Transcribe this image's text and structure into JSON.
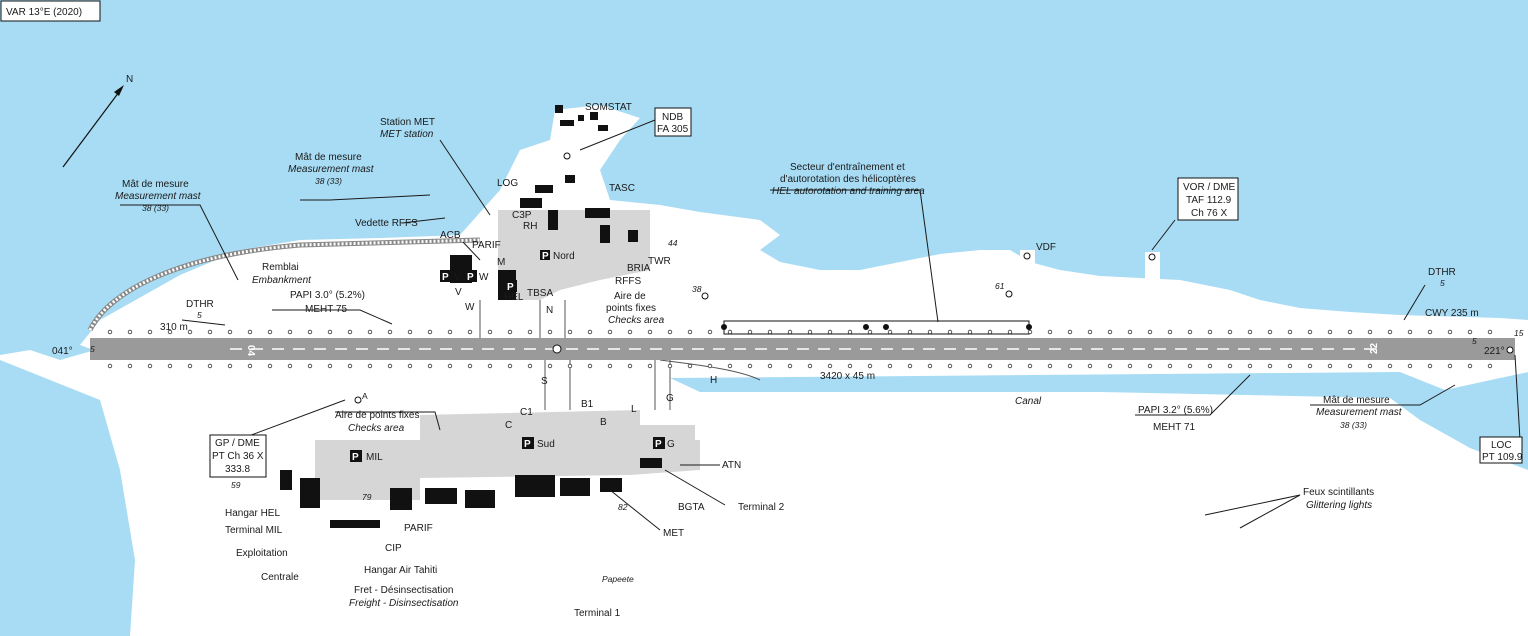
{
  "header": {
    "variation": "VAR 13°E (2020)"
  },
  "runway": {
    "dimensions": "3420 x 45 m",
    "end_west_label": "041°",
    "end_east_label": "221°",
    "number_west": "04",
    "number_east": "22",
    "threshold_west_dist": "310 m",
    "cwy": "CWY 235 m",
    "elev_west": "5",
    "elev_east": "5",
    "elev_loc": "15"
  },
  "labels": {
    "north": "N",
    "met_station": "Station MET",
    "met_station_en": "MET station",
    "mast_mid": "Mât de mesure",
    "mast_mid_en": "Measurement mast",
    "mast_mid_elev": "38 (33)",
    "mast_west": "Mât de mesure",
    "mast_west_en": "Measurement mast",
    "mast_west_elev": "38 (33)",
    "mast_east": "Mât de mesure",
    "mast_east_en": "Measurement mast",
    "mast_east_elev": "38 (33)",
    "vedette": "Vedette RFFS",
    "acb": "ACB",
    "parif_north": "PARIF",
    "remblai": "Remblai",
    "remblai_en": "Embankment",
    "papi_west": "PAPI 3.0° (5.2%)",
    "papi_west_meht": "MEHT 75",
    "dthr_west": "DTHR",
    "dthr_west_val": "5",
    "dthr_east": "DTHR",
    "dthr_east_val": "5",
    "somstat": "SOMSTAT",
    "ndb": "NDB",
    "ndb_freq": "FA 305",
    "log": "LOG",
    "tasc": "TASC",
    "c3p": "C3P",
    "rh": "RH",
    "nord": "Nord",
    "twr": "TWR",
    "bria": "BRIA",
    "rffs": "RFFS",
    "elev_44": "44",
    "elev_38": "38",
    "elev_61": "61",
    "tbsa": "TBSA",
    "hel": "HEL",
    "checks_north": "Aire de",
    "checks_north_2": "points fixes",
    "checks_north_en": "Checks area",
    "hel_area": "Secteur d'entraînement et",
    "hel_area_2": "d'autorotation des hélicoptères",
    "hel_area_en": "HEL autorotation and training area",
    "vdf": "VDF",
    "vor": "VOR / DME",
    "vor_id": "TAF 112.9",
    "vor_ch": "Ch 76 X",
    "papi_east": "PAPI 3.2° (5.6%)",
    "papi_east_meht": "MEHT 71",
    "loc": "LOC",
    "loc_freq": "PT 109.9",
    "canal": "Canal",
    "checks_south": "Aire de points fixes",
    "checks_south_en": "Checks area",
    "gp": "GP / DME",
    "gp_ch": "PT Ch 36 X",
    "gp_freq": "333.8",
    "gp_elev": "59",
    "mil": "MIL",
    "sud": "Sud",
    "atn": "ATN",
    "terminal2": "Terminal 2",
    "bgta": "BGTA",
    "met": "MET",
    "elev_82": "82",
    "elev_79": "79",
    "hangar_hel": "Hangar HEL",
    "terminal_mil": "Terminal MIL",
    "exploitation": "Exploitation",
    "centrale": "Centrale",
    "cip": "CIP",
    "parif_south": "PARIF",
    "hangar_air_tahiti": "Hangar Air Tahiti",
    "fret": "Fret - Désinsectisation",
    "fret_en": "Freight - Disinsectisation",
    "terminal1": "Terminal 1",
    "papeete": "Papeete",
    "glitter": "Feux scintillants",
    "glitter_en": "Glittering lights",
    "twy_a": "A",
    "twy_b": "B",
    "twy_b1": "B1",
    "twy_c": "C",
    "twy_c1": "C1",
    "twy_g": "G",
    "twy_g2": "G",
    "twy_h": "H",
    "twy_l": "L",
    "twy_m": "M",
    "twy_n": "N",
    "twy_s": "S",
    "twy_v": "V",
    "twy_w": "W",
    "park_v": "V",
    "park_w": "W",
    "park_p": "P"
  },
  "colors": {
    "water": "#a8dcf4",
    "apron": "#d6d6d6",
    "runway": "#9a9a9a",
    "building": "#111111"
  }
}
